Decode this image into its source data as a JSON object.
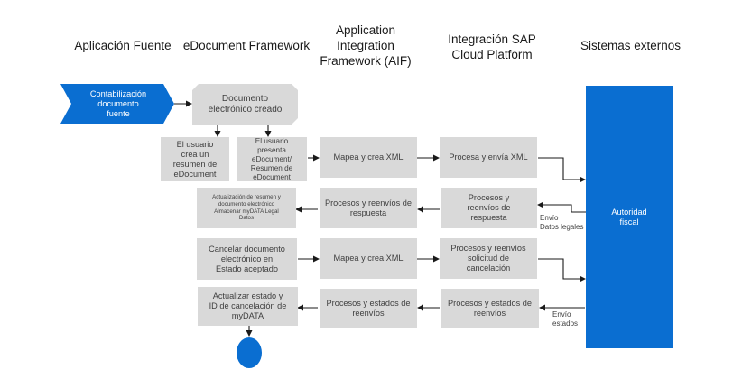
{
  "headers": {
    "source_app": "Aplicación Fuente",
    "edocument": "eDocument Framework",
    "aif": [
      "Application",
      "Integration",
      "Framework (AIF)"
    ],
    "sap_cloud": [
      "Integración SAP",
      "Cloud Platform"
    ],
    "external": "Sistemas externos"
  },
  "nodes": {
    "contabilizacion": [
      "Contabilización",
      "documento",
      "fuente"
    ],
    "documento_creado": [
      "Documento",
      "electrónico creado"
    ],
    "usuario_crea": [
      "El usuario",
      "crea un",
      "resumen de",
      "eDocument"
    ],
    "usuario_presenta": [
      "El usuario",
      "presenta",
      "eDocument/",
      "Resumen de",
      "eDocument"
    ],
    "mapea_crea_1": "Mapea y crea XML",
    "procesa_envia": "Procesa y envía XML",
    "actualizacion_resumen": [
      "Actualización de resumen y",
      "documento electrónico",
      "Almacenar myDATA Legal",
      "Datos"
    ],
    "procesos_reenvios_respuesta_1": [
      "Procesos y reenvíos de",
      "respuesta"
    ],
    "procesos_reenvios_respuesta_2": [
      "Procesos y",
      "reenvíos de",
      "respuesta"
    ],
    "autoridad_fiscal": [
      "Autoridad",
      "fiscal"
    ],
    "cancelar_documento": [
      "Cancelar documento",
      "electrónico en",
      "Estado aceptado"
    ],
    "mapea_crea_2": "Mapea y crea XML",
    "procesos_reenvios_cancelacion": [
      "Procesos y reenvíos",
      "solicitud de",
      "cancelación"
    ],
    "actualizar_estado": [
      "Actualizar estado y",
      "ID de cancelación de",
      "myDATA"
    ],
    "procesos_estados_1": [
      "Procesos y estados de",
      "reenvíos"
    ],
    "procesos_estados_2": [
      "Procesos y estados de",
      "reenvíos"
    ]
  },
  "edge_labels": {
    "envio_datos": [
      "Envío",
      "Datos legales"
    ],
    "envio_estados": [
      "Envío",
      "estados"
    ]
  },
  "colors": {
    "box_fill": "#d9d9d9",
    "box_text": "#404040",
    "accent_blue": "#0a6ed1",
    "arrow": "#1a1a1a"
  }
}
